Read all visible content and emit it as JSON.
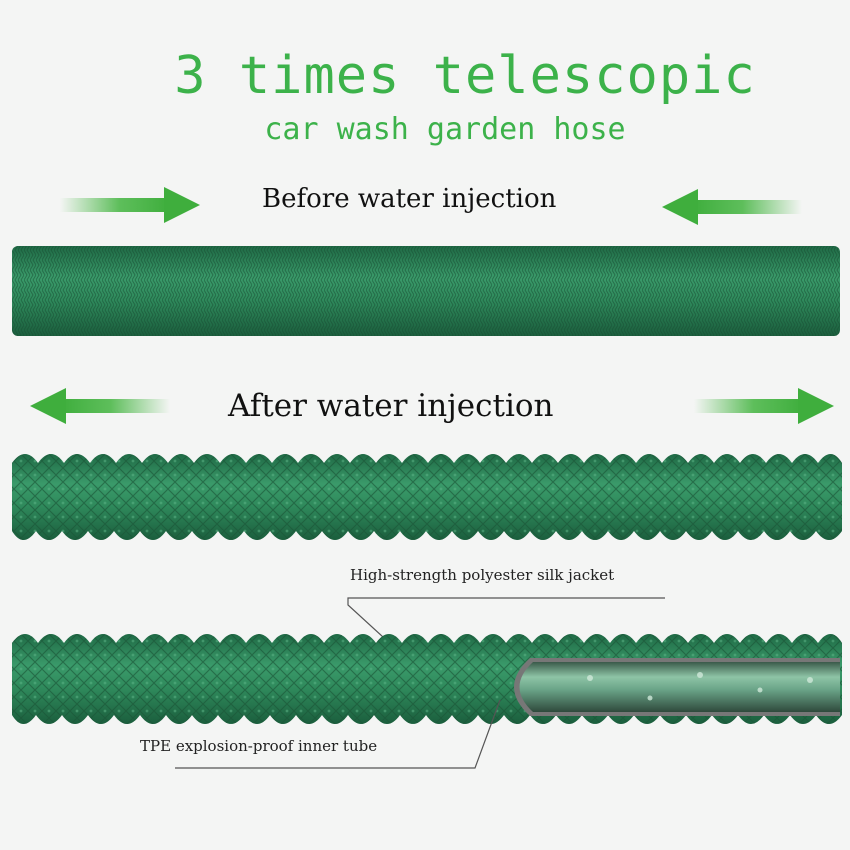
{
  "title": "3 times telescopic",
  "subtitle": "car wash garden hose",
  "label_before": "Before water injection",
  "label_after": "After water injection",
  "callout_jacket": "High-strength polyester silk jacket",
  "callout_tube": "TPE explosion-proof inner tube",
  "colors": {
    "hose_green": "#2f8a5c",
    "text_green": "#3cb24a",
    "arrow_green": "#4db84a",
    "background": "#f4f5f4"
  },
  "icons": [
    "arrow-right-icon",
    "arrow-left-icon"
  ]
}
